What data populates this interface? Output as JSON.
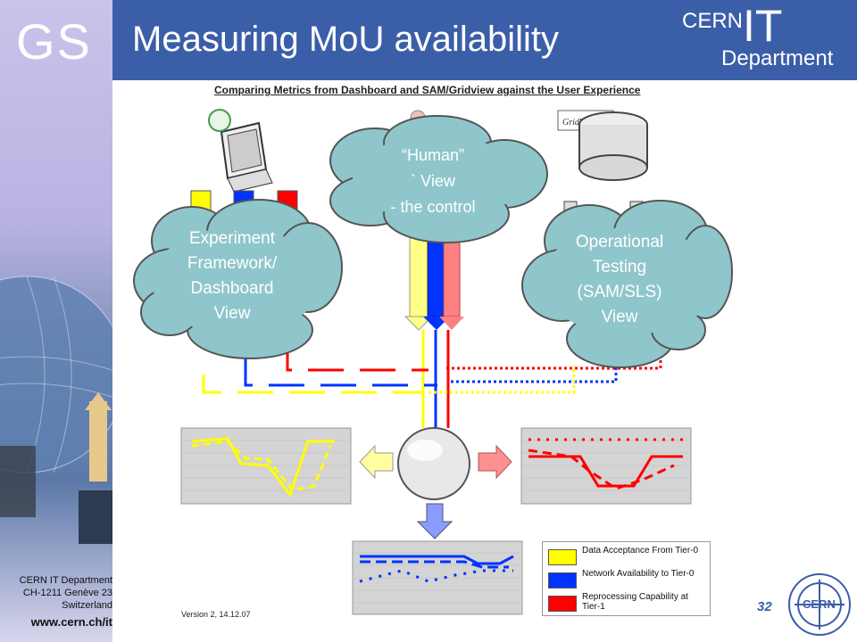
{
  "header": {
    "logo": "GS",
    "title": "Measuring MoU availability",
    "brand_cern": "CERN",
    "brand_it": "IT",
    "brand_department": "Department"
  },
  "footer": {
    "line1": "CERN IT Department",
    "line2": "CH-1211 Genève 23",
    "line3": "Switzerland",
    "url": "www.cern.ch/it",
    "page_number": "32",
    "cern_logo": "CERN"
  },
  "diagram": {
    "title": "Comparing Metrics from Dashboard and SAM/Gridview against the User Experience",
    "gridview_logo": "GridView",
    "clouds": {
      "human": [
        "“Human”",
        "` View",
        "- the control"
      ],
      "experiment": [
        "Experiment",
        "Framework/",
        "Dashboard",
        "View"
      ],
      "operational": [
        "Operational",
        "Testing",
        "(SAM/SLS)",
        "View"
      ]
    },
    "legend": [
      {
        "label": "Data Acceptance From Tier-0",
        "color": "#ffff00"
      },
      {
        "label": "Network Availability to Tier-0",
        "color": "#0033ff"
      },
      {
        "label": "Reprocessing Capability at Tier-1",
        "color": "#ff0000"
      }
    ],
    "version": "Version 2, 14.12.07"
  },
  "colors": {
    "header_blue": "#3b5ea8",
    "cloud_fill": "#8fc6cc",
    "yellow": "#ffff00",
    "blue": "#0033ff",
    "red": "#ff0000"
  }
}
